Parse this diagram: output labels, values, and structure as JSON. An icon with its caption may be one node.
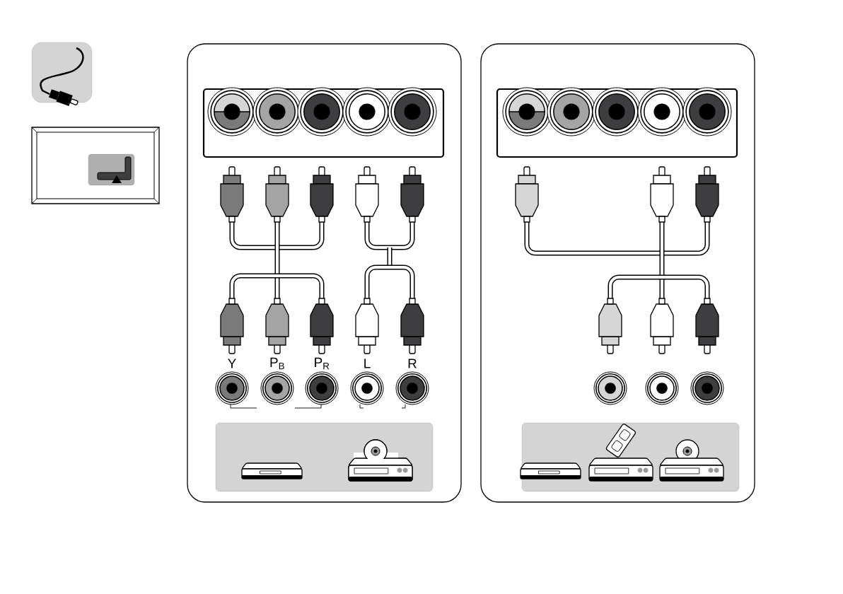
{
  "diagram": {
    "labels": [
      "Y",
      "P$_{B}$",
      "P$_{R}$",
      "L",
      "R"
    ]
  }
}
